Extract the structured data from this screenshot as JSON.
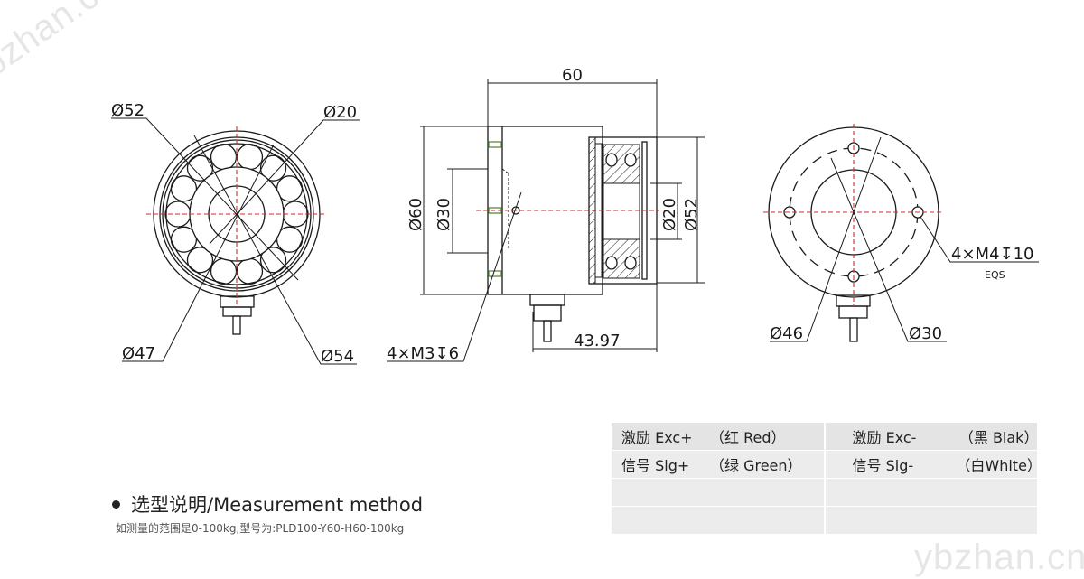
{
  "watermark": "ybzhan.cn",
  "front_view": {
    "labels": [
      "Ø52",
      "Ø20",
      "Ø47",
      "Ø54"
    ]
  },
  "side_view": {
    "length": "60",
    "body_dia": "Ø60",
    "bolt_circle": "Ø30",
    "bore": "Ø20",
    "bearing_dia": "Ø52",
    "offset": "43.97",
    "thread_note": "4×M3↧6"
  },
  "rear_view": {
    "labels": [
      "Ø46",
      "Ø30"
    ],
    "thread_note": "4×M4↧10",
    "thread_sub": "EQS"
  },
  "wiring_table": {
    "rows": [
      [
        {
          "k": "激励 Exc+",
          "v": "（红 Red）"
        },
        {
          "k": "激励 Exc-",
          "v": "（黑 Blak）"
        }
      ],
      [
        {
          "k": "信号 Sig+",
          "v": "（绿 Green）"
        },
        {
          "k": "信号 Sig-",
          "v": "（白White）"
        }
      ],
      [
        {
          "k": "",
          "v": ""
        },
        {
          "k": "",
          "v": ""
        }
      ],
      [
        {
          "k": "",
          "v": ""
        },
        {
          "k": "",
          "v": ""
        }
      ]
    ]
  },
  "selection": {
    "title": "选型说明/Measurement method",
    "example": "如测量的范围是0-100kg,型号为:PLD100-Y60-H60-100kg"
  },
  "colors": {
    "centerline": "#d42a2a",
    "table_bg": "#ececec"
  }
}
